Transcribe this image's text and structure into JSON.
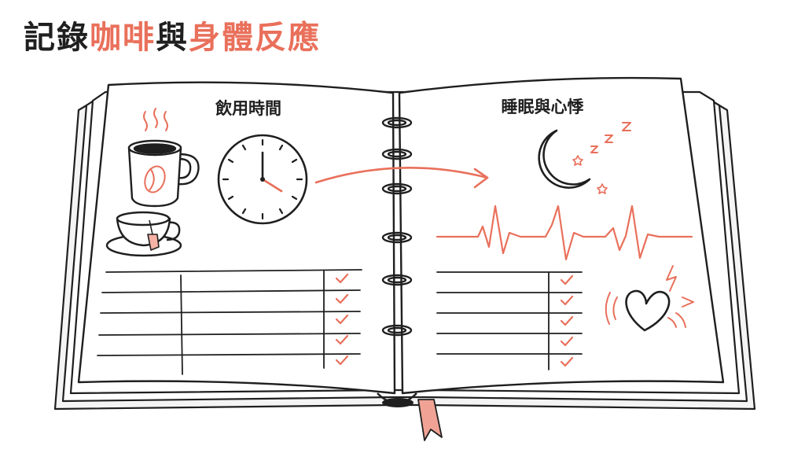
{
  "title": {
    "part1": "記錄",
    "part2": "咖啡",
    "part3": "與",
    "part4": "身體反應"
  },
  "left_page": {
    "heading": "飲用時間",
    "log_rows": 5,
    "checks": 5
  },
  "right_page": {
    "heading": "睡眠與心悸",
    "log_rows": 5,
    "checks": 5,
    "sleep_symbol": "Z Z Z"
  },
  "colors": {
    "accent": "#e9705b",
    "ink": "#1f1f1f",
    "bookmark": "#f0a394"
  },
  "icons": [
    "coffee-mug-icon",
    "teacup-icon",
    "clock-icon",
    "arrow-icon",
    "moon-icon",
    "star-icon",
    "heartbeat-line-icon",
    "heart-icon",
    "spiral-ring-icon",
    "bookmark-ribbon-icon",
    "check-icon"
  ]
}
